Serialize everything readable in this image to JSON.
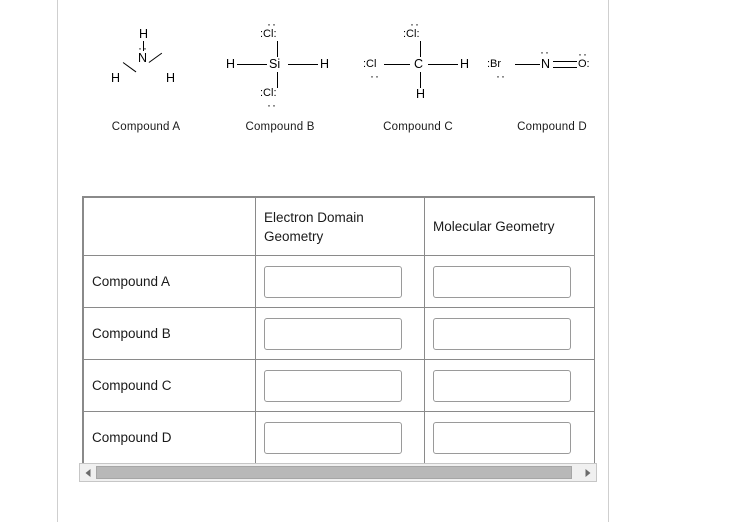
{
  "structures": [
    {
      "caption": "Compound A",
      "formula": "NH3",
      "center": "N",
      "terminals": [
        "H",
        "H",
        "H"
      ],
      "lone_pairs_on_center": 1
    },
    {
      "caption": "Compound B",
      "formula": "SiCl2H2",
      "center": "Si",
      "terminals": [
        "Cl",
        "H",
        "H",
        "Cl"
      ],
      "lone_pairs_on_center": 0
    },
    {
      "caption": "Compound C",
      "formula": "CCl2H2",
      "center": "C",
      "terminals": [
        "Cl",
        "Cl",
        "H",
        "H"
      ],
      "lone_pairs_on_center": 0
    },
    {
      "caption": "Compound D",
      "formula": "BrNO",
      "center": "N",
      "terminals": [
        "Br",
        "O"
      ],
      "lone_pairs_on_center": 1
    }
  ],
  "labels": {
    "n": "N",
    "h": "H",
    "si": "Si",
    "cl": "Cl",
    "c": "C",
    "br": "Br",
    "o": "O"
  },
  "table": {
    "headers": {
      "corner": "",
      "electron_domain_geometry": "Electron Domain Geometry",
      "molecular_geometry": "Molecular Geometry"
    },
    "rows": [
      {
        "label": "Compound A",
        "electron_domain_geometry": "",
        "molecular_geometry": ""
      },
      {
        "label": "Compound B",
        "electron_domain_geometry": "",
        "molecular_geometry": ""
      },
      {
        "label": "Compound C",
        "electron_domain_geometry": "",
        "molecular_geometry": ""
      },
      {
        "label": "Compound D",
        "electron_domain_geometry": "",
        "molecular_geometry": ""
      }
    ]
  },
  "scrollbar": {
    "left_arrow": "◀",
    "right_arrow": "▶",
    "orientation": "horizontal"
  },
  "colors": {
    "page_background": "#ffffff",
    "rule": "#cfcfcf",
    "table_border": "#8a8a8a",
    "input_border": "#9a9a9a",
    "scrollbar_track": "#f0f0f0",
    "scrollbar_thumb": "#b8b8b8",
    "text": "#1a1a1a"
  }
}
